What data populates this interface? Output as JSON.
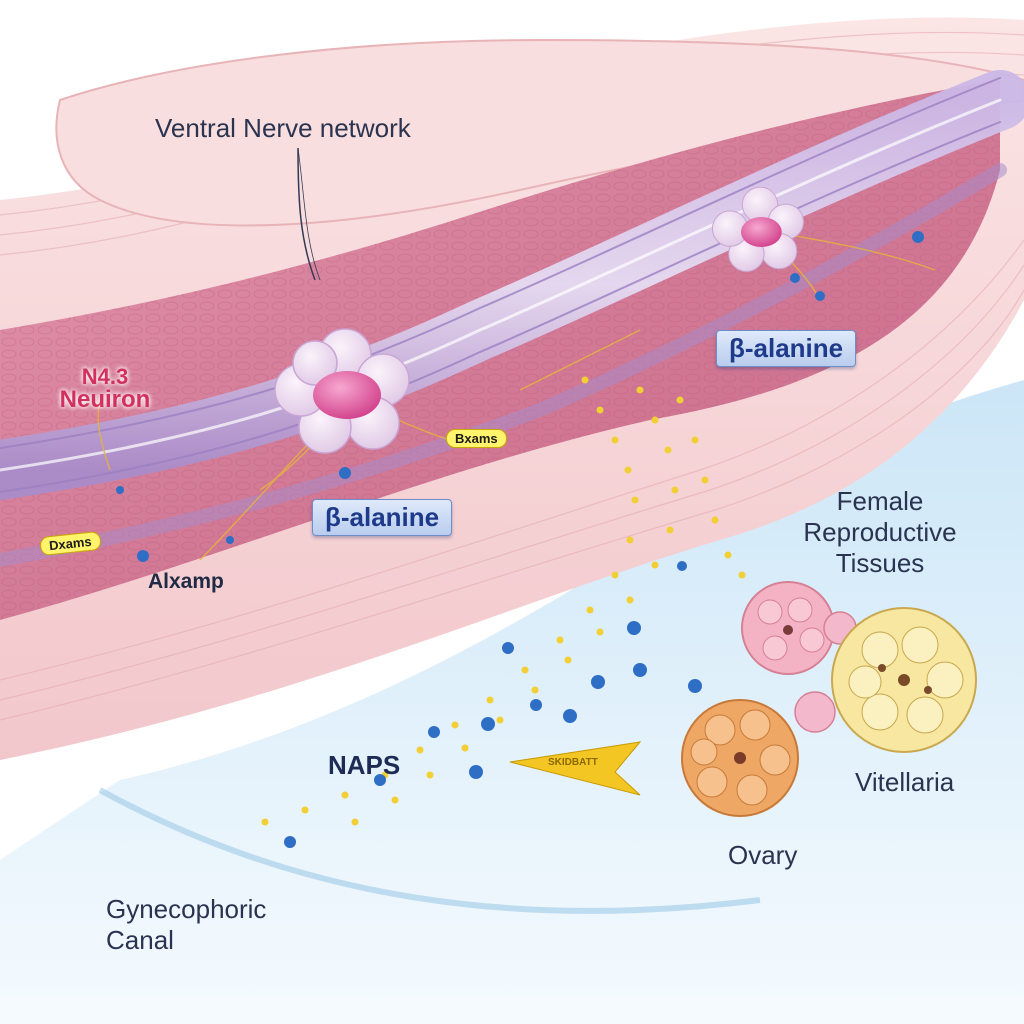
{
  "labels": {
    "ventral_nerve": "Ventral Nerve network",
    "neuron_line1": "N4.3",
    "neuron_line2": "Neuiron",
    "beta_alanine_top": "β-alanine",
    "beta_alanine_mid": "β-alanine",
    "bxams": "Bxams",
    "dxams": "Dxams",
    "alxamp": "Alxamp",
    "female_tissues": "Female\nReproductive\nTissues",
    "naps": "NAPS",
    "naps_arrow": "SKIDBATT",
    "vitellaria": "Vitellaria",
    "ovary": "Ovary",
    "gynecophoric": "Gynecophoric\nCanal"
  },
  "colors": {
    "body_wall": "#f6d3d6",
    "body_wall_stripe": "#e6aeb4",
    "tissue": "#d9809a",
    "nerve_cord": "#b9a0d4",
    "neuron_body": "#efd9ef",
    "neuron_nucleus": "#e0589c",
    "canal": "#dceefa",
    "particle_yellow": "#f3d23c",
    "particle_blue": "#2d6fc2",
    "ovary": "#e9a064",
    "vitellaria": "#f6e49a",
    "female_pink": "#f1a9bd",
    "label_blue": "#1e3a8a"
  },
  "icons": [
    "neuron-cell-icon",
    "vesicle-particle-icon",
    "arrow-icon",
    "ovary-cell-cluster-icon"
  ]
}
